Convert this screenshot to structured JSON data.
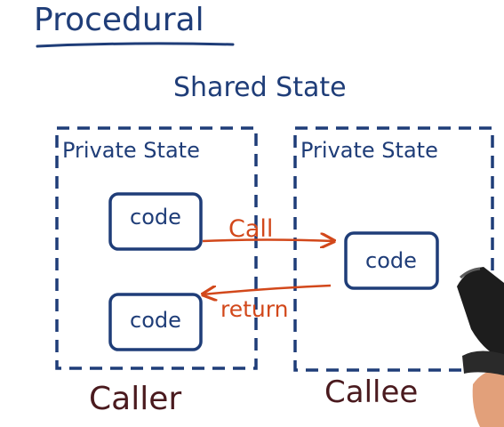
{
  "title": "Procedural",
  "shared_state_label": "Shared State",
  "caller": {
    "private_state_label": "Private State",
    "code_top": "code",
    "code_bottom": "code",
    "name": "Caller"
  },
  "callee": {
    "private_state_label": "Private State",
    "code": "code",
    "name": "Callee"
  },
  "arrows": {
    "call_label": "Call",
    "return_label": "return"
  },
  "colors": {
    "ink_blue": "#1f3d78",
    "ink_orange": "#d2481b",
    "ink_maroon": "#4a1a1e",
    "background": "#ffffff"
  },
  "icons": [
    "pen-icon"
  ]
}
